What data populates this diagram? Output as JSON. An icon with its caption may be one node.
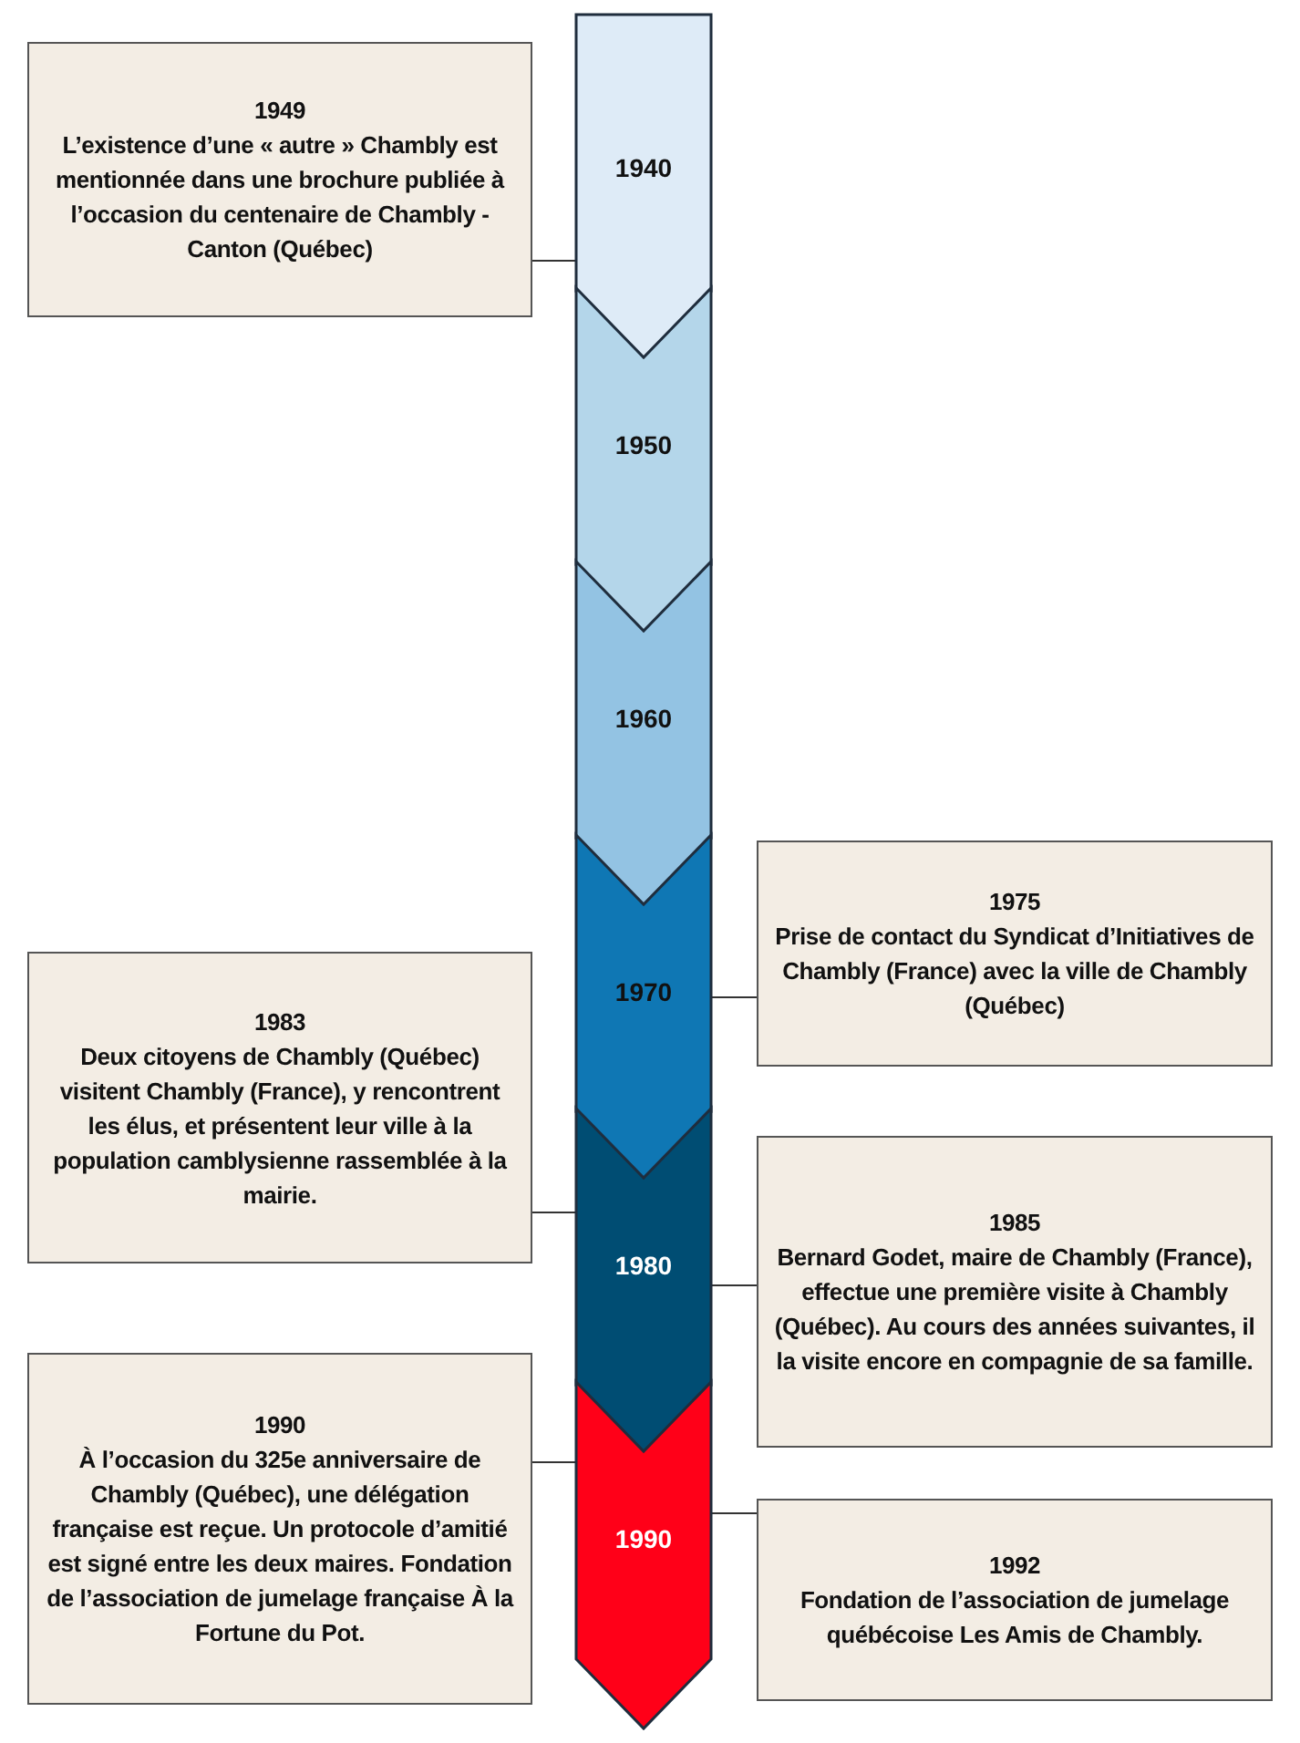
{
  "diagram": {
    "nodes": [
      {
        "text": [
          "1949",
          "L’existence d’une « autre » Chambly est mentionnée dans une brochure publiée à l’occasion du centenaire de Chambly -Canton (Québec)"
        ]
      },
      {
        "text": [
          "1940"
        ]
      },
      {
        "text": [
          "1950"
        ]
      },
      {
        "text": [
          "1960"
        ]
      },
      {
        "text": [
          "1975",
          "Prise de contact du Syndicat d’Initiatives de Chambly (France) avec la ville de Chambly (Québec)"
        ]
      },
      {
        "text": [
          "1970"
        ]
      },
      {
        "text": [
          "1983",
          "Deux citoyens de Chambly (Québec) visitent Chambly (France), y rencontrent les élus, et présentent leur ville à la population camblysienne rassemblée à la mairie."
        ]
      },
      {
        "text": [
          "1980"
        ]
      },
      {
        "text": [
          "1985",
          "Bernard Godet, maire de Chambly (France), effectue une première visite à Chambly (Québec). Au cours des années suivantes, il la visite encore en compagnie de sa famille."
        ]
      },
      {
        "text": [
          "1990",
          "À l’occasion du 325e anniversaire de Chambly (Québec), une délégation française est reçue. Un protocole d’amitié est signé entre les deux maires. Fondation de l’association de jumelage française À la Fortune du Pot."
        ]
      },
      {
        "text": [
          "1990"
        ]
      },
      {
        "text": [
          "1992",
          "Fondation de l’association de jumelage québécoise Les Amis de Chambly."
        ]
      }
    ],
    "edges": [
      {
        "from": 0,
        "to": 1,
        "arrow": "none"
      },
      {
        "from": 4,
        "to": 5,
        "arrow": "none"
      },
      {
        "from": 6,
        "to": 7,
        "arrow": "none"
      },
      {
        "from": 8,
        "to": 7,
        "arrow": "none"
      },
      {
        "from": 9,
        "to": 10,
        "arrow": "none"
      },
      {
        "from": 11,
        "to": 10,
        "arrow": "none"
      }
    ]
  }
}
